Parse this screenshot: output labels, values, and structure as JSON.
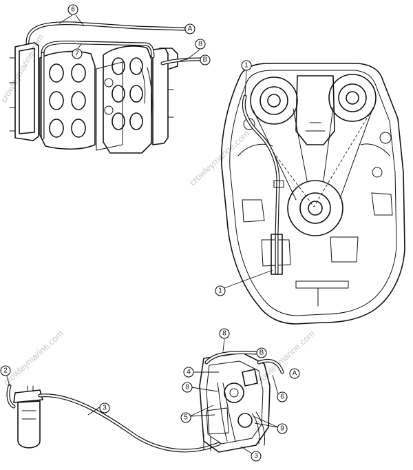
{
  "callouts": {
    "c1_top": "1",
    "c1_bottom": "1",
    "c2": "2",
    "c3_left": "3",
    "c3_bottom": "3",
    "c4": "4",
    "c5": "5",
    "c6_top": "6",
    "c6_right": "6",
    "c7": "7",
    "c8_top": "8",
    "c8_mid": "8",
    "c8_bottom": "8",
    "c9": "9",
    "cA_top": "A",
    "cA_bottom": "A",
    "cB_top": "B",
    "cB_bottom": "B"
  },
  "watermarks": {
    "w1": "crowleymarine.com",
    "w2": "crowleymarine.com",
    "w3": "crowleymarine.com",
    "w4": "crowleymarine.com"
  }
}
